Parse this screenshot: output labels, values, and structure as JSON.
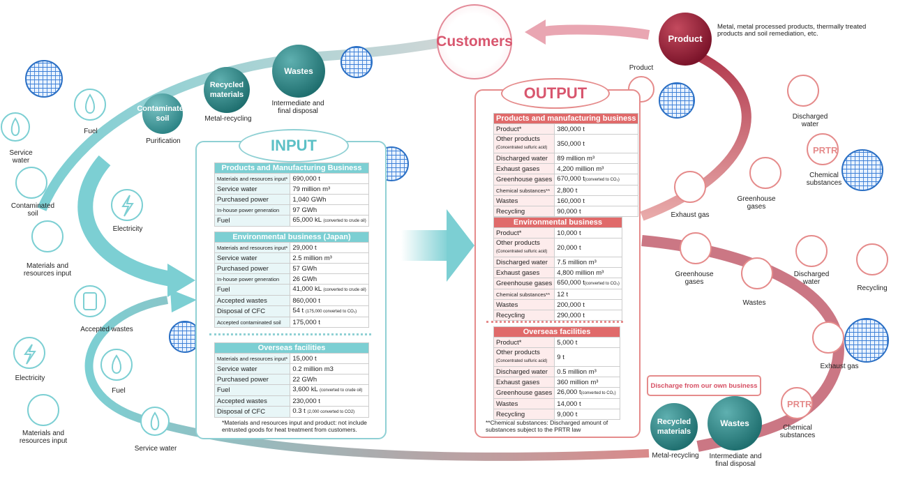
{
  "top_circles": {
    "customers": "Customers",
    "product": "Product",
    "product_note": "Metal, metal processed products, thermally treated products and soil remediation, etc.",
    "contaminated_soil": "Contaminated soil",
    "purification": "Purification",
    "recycled_materials": "Recycled materials",
    "metal_recycling": "Metal-recycling",
    "wastes": "Wastes",
    "intermediate": "Intermediate and final disposal"
  },
  "bottom_circles": {
    "recycled_materials": "Recycled materials",
    "metal_recycling": "Metal-recycling",
    "wastes": "Wastes",
    "intermediate": "Intermediate and final disposal",
    "discharge": "Discharge from our own business"
  },
  "left_icons": {
    "service_water": "Service water",
    "fuel": "Fuel",
    "contaminated_soil": "Contaminated soil",
    "electricity": "Electricity",
    "materials_input": "Materials and resources input",
    "accepted_wastes": "Accepted wastes",
    "electricity2": "Electricity",
    "fuel2": "Fuel",
    "materials_input2": "Materials and resources input",
    "service_water2": "Service water"
  },
  "right_icons": {
    "product": "Product",
    "discharged_water": "Discharged water",
    "chemical_substances": "Chemical substances",
    "exhaust_gas": "Exhaust gas",
    "greenhouse_gases": "Greenhouse gases",
    "greenhouse_gases2": "Greenhouse gases",
    "wastes": "Wastes",
    "discharged_water2": "Discharged water",
    "recycling": "Recycling",
    "exhaust_gas2": "Exhaust gas",
    "chemical_substances2": "Chemical substances"
  },
  "input": {
    "title": "INPUT",
    "pmb": {
      "header": "Products and Manufacturing Business",
      "rows": [
        [
          "Materials and resources input*",
          "690,000 t",
          ""
        ],
        [
          "Service water",
          "79 million m³",
          ""
        ],
        [
          "Purchased power",
          "1,040 GWh",
          ""
        ],
        [
          "In-house power generation",
          "97 GWh",
          ""
        ],
        [
          "Fuel",
          "65,000 kL",
          "(converted to crude oil)"
        ]
      ]
    },
    "env": {
      "header": "Environmental business (Japan)",
      "rows": [
        [
          "Materials and resources input*",
          "29,000 t",
          ""
        ],
        [
          "Service water",
          "2.5 million m³",
          ""
        ],
        [
          "Purchased power",
          "57 GWh",
          ""
        ],
        [
          "In-house power generation",
          "26 GWh",
          ""
        ],
        [
          "Fuel",
          "41,000 kL",
          "(converted to crude oil)"
        ],
        [
          "Accepted wastes",
          "860,000 t",
          ""
        ],
        [
          "Disposal of CFC",
          "54 t",
          "(175,000 converted to CO₂)"
        ],
        [
          "Accepted contaminated soil",
          "175,000 t",
          ""
        ]
      ]
    },
    "overseas": {
      "header": "Overseas facilities",
      "rows": [
        [
          "Materials and resources input*",
          "15,000 t",
          ""
        ],
        [
          "Service water",
          "0.2 million m3",
          ""
        ],
        [
          "Purchased power",
          "22 GWh",
          ""
        ],
        [
          "Fuel",
          "3,600 kL",
          "(converted to crude oil)"
        ],
        [
          "Accepted wastes",
          "230,000 t",
          ""
        ],
        [
          "Disposal of CFC",
          "0.3 t",
          "(2,000 converted to CO2)"
        ]
      ]
    },
    "note": "*Materials and resources input and product: not include entrusted goods for heat treatment from customers."
  },
  "output": {
    "title": "OUTPUT",
    "pmb": {
      "header": "Products and manufacturing business",
      "rows": [
        [
          "Product*",
          "380,000 t",
          "",
          ""
        ],
        [
          "Other products",
          "350,000 t",
          "",
          "(Concentrated sulfuric acid)"
        ],
        [
          "Discharged water",
          "89 million m³",
          "",
          ""
        ],
        [
          "Exhaust gases",
          "4,200 million m³",
          "",
          ""
        ],
        [
          "Greenhouse gases",
          "670,000 t",
          "(converted to CO₂)",
          ""
        ],
        [
          "Chemical substances**",
          "2,800 t",
          "",
          ""
        ],
        [
          "Wastes",
          "160,000 t",
          "",
          ""
        ],
        [
          "Recycling",
          "90,000 t",
          "",
          ""
        ]
      ]
    },
    "env": {
      "header": "Environmental business",
      "rows": [
        [
          "Product*",
          "10,000 t",
          "",
          ""
        ],
        [
          "Other products",
          "20,000 t",
          "",
          "(Concentrated sulfuric acid)"
        ],
        [
          "Discharged water",
          "7.5 million m³",
          "",
          ""
        ],
        [
          "Exhaust gases",
          "4,800 million m³",
          "",
          ""
        ],
        [
          "Greenhouse gases",
          "650,000 t",
          "(converted to CO₂)",
          ""
        ],
        [
          "Chemical substances**",
          "12 t",
          "",
          ""
        ],
        [
          "Wastes",
          "200,000 t",
          "",
          ""
        ],
        [
          "Recycling",
          "290,000 t",
          "",
          ""
        ]
      ]
    },
    "overseas": {
      "header": "Overseas facilities",
      "rows": [
        [
          "Product*",
          "5,000 t",
          "",
          ""
        ],
        [
          "Other products",
          "9 t",
          "",
          "(Concentrated sulfuric acid)"
        ],
        [
          "Discharged water",
          "0.5 million m³",
          "",
          ""
        ],
        [
          "Exhaust gases",
          "360 million m³",
          "",
          ""
        ],
        [
          "Greenhouse gases",
          "26,000 t",
          "(converted to CO₂)",
          ""
        ],
        [
          "Wastes",
          "14,000 t",
          "",
          ""
        ],
        [
          "Recycling",
          "9,000 t",
          "",
          ""
        ]
      ]
    },
    "note": "**Chemical substances: Discharged amount of substances subject to the PRTR law"
  },
  "colors": {
    "teal": "#7ccfd3",
    "red": "#e06a6a",
    "maroon": "#8a1a30"
  }
}
